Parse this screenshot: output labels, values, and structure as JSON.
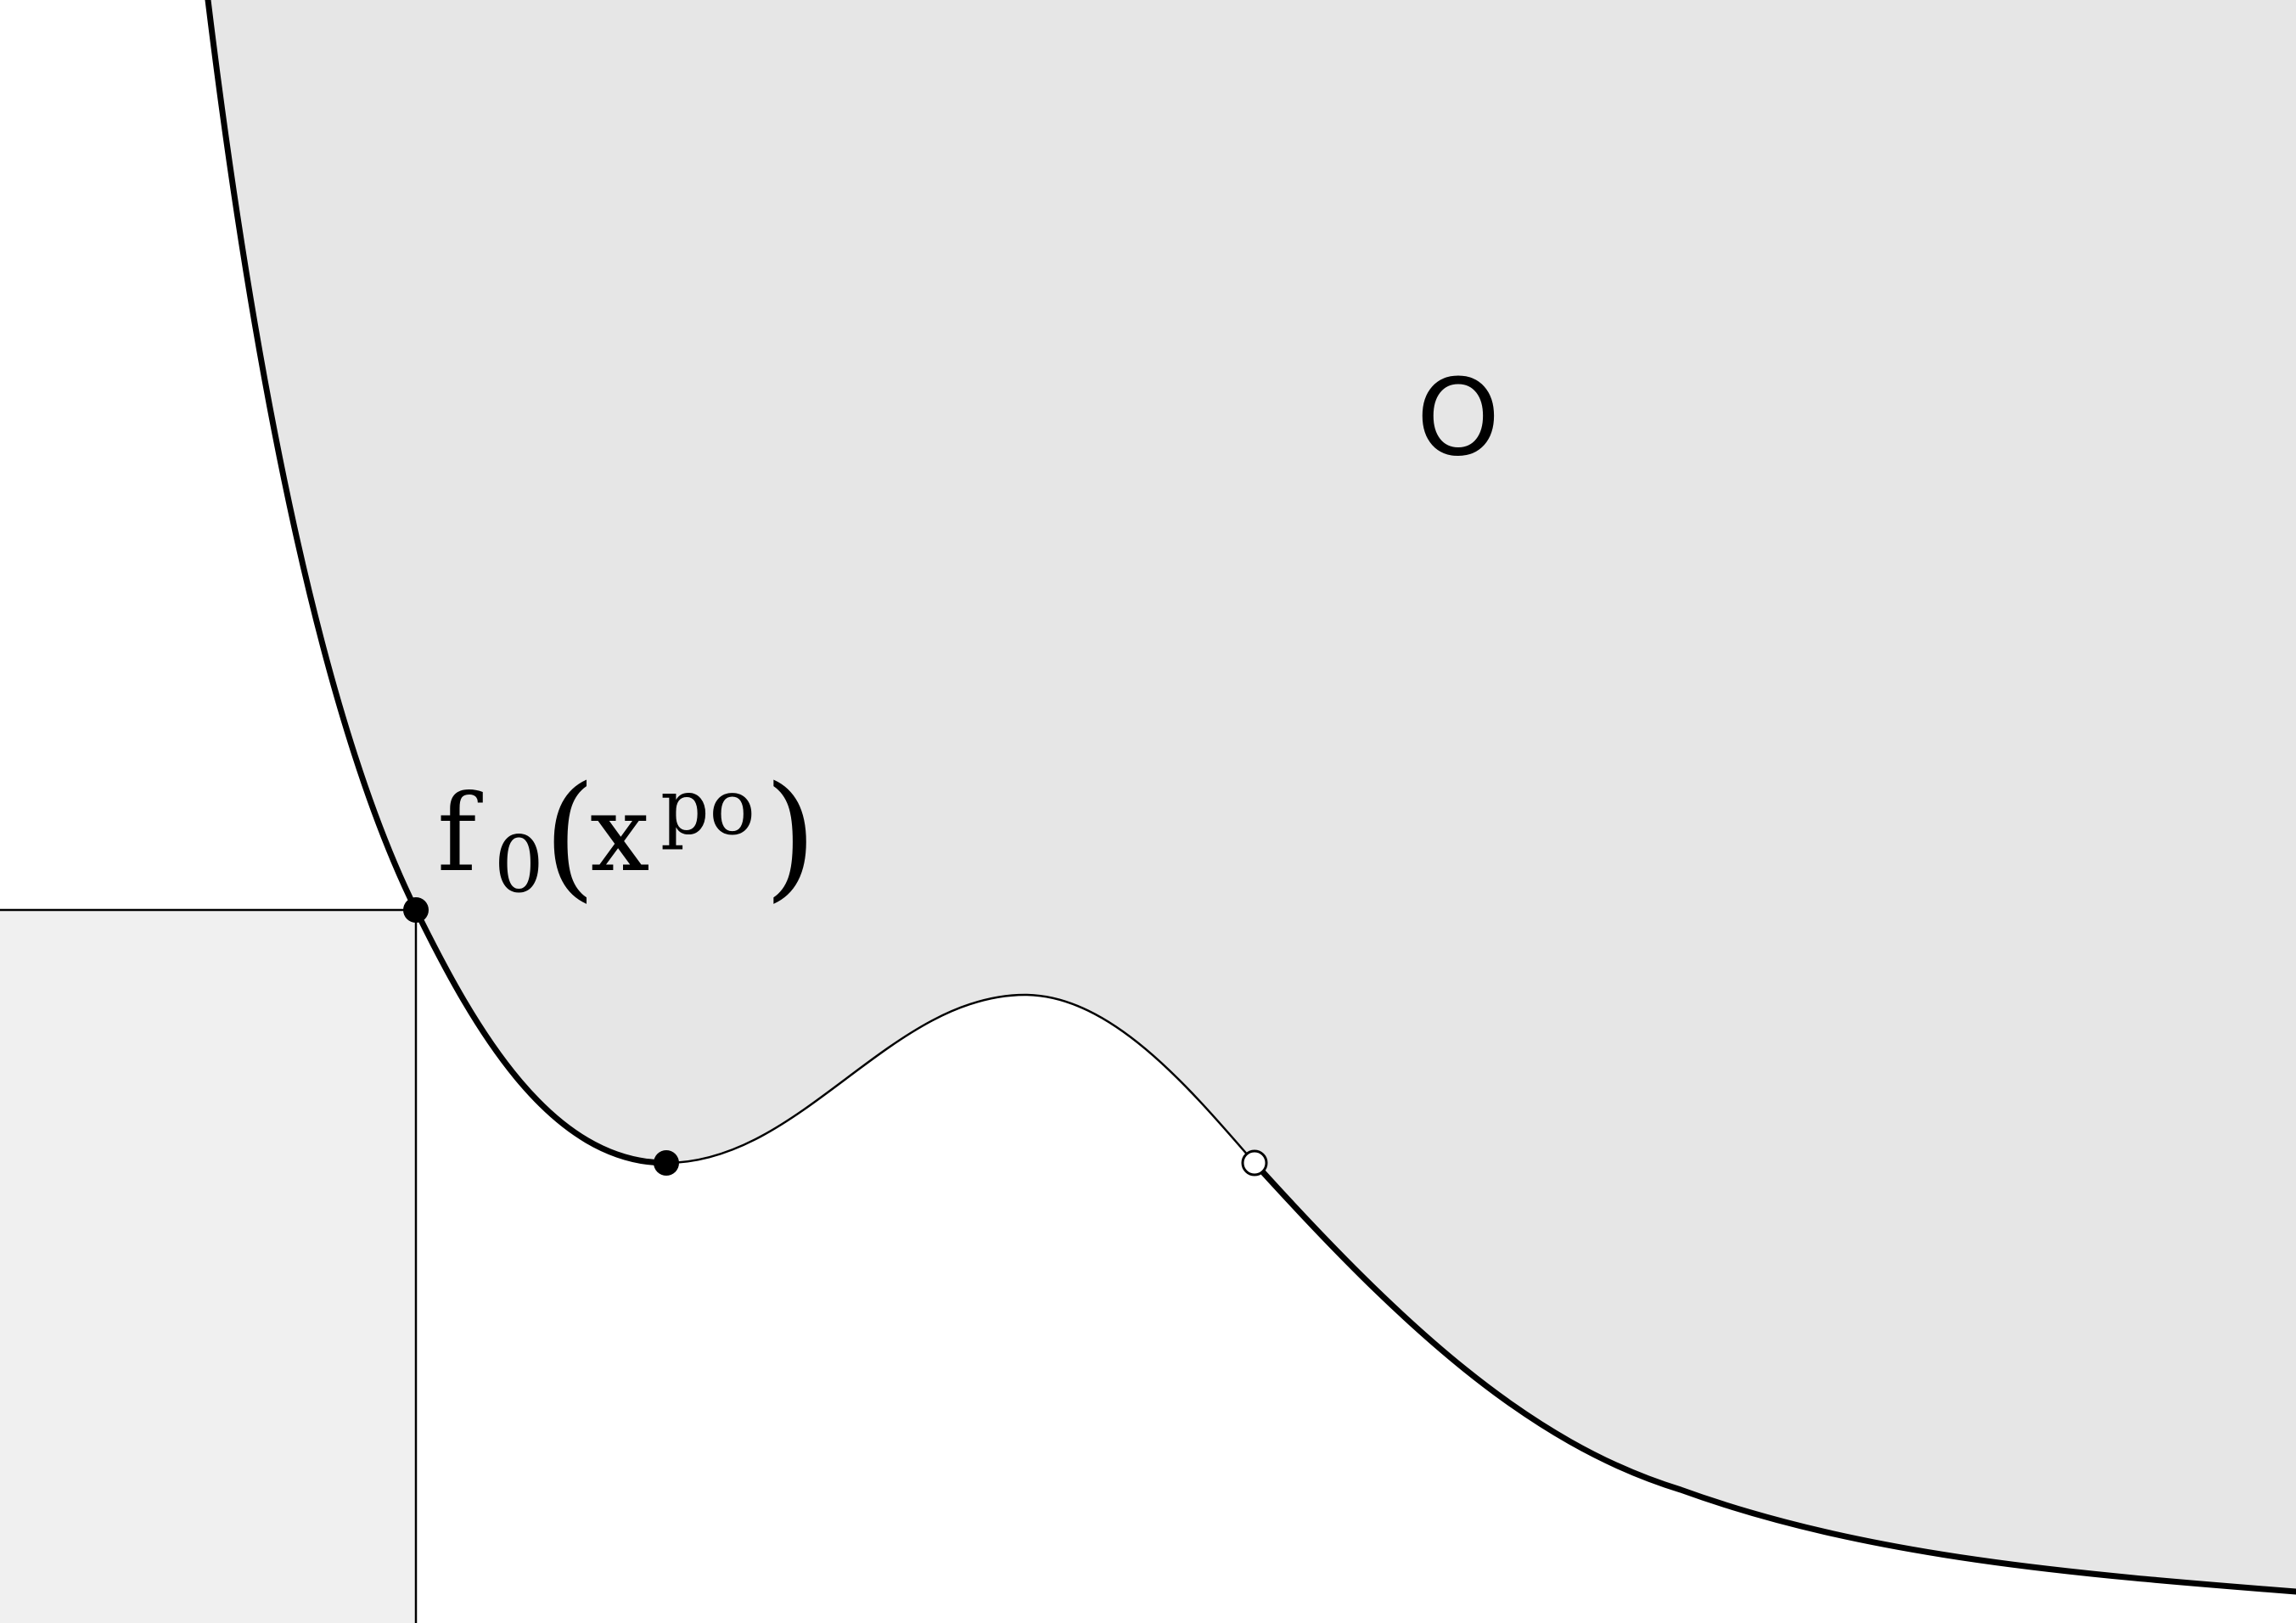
{
  "diagram": {
    "region_label": "O",
    "point_label": {
      "func": "f",
      "subscript": "0",
      "open_paren": "(",
      "var": "x",
      "superscript": "po",
      "close_paren": ")"
    },
    "colors": {
      "region_fill": "#e6e6e6",
      "dominated_fill": "#f0f0f0",
      "curve": "#000000",
      "background": "#ffffff"
    }
  }
}
